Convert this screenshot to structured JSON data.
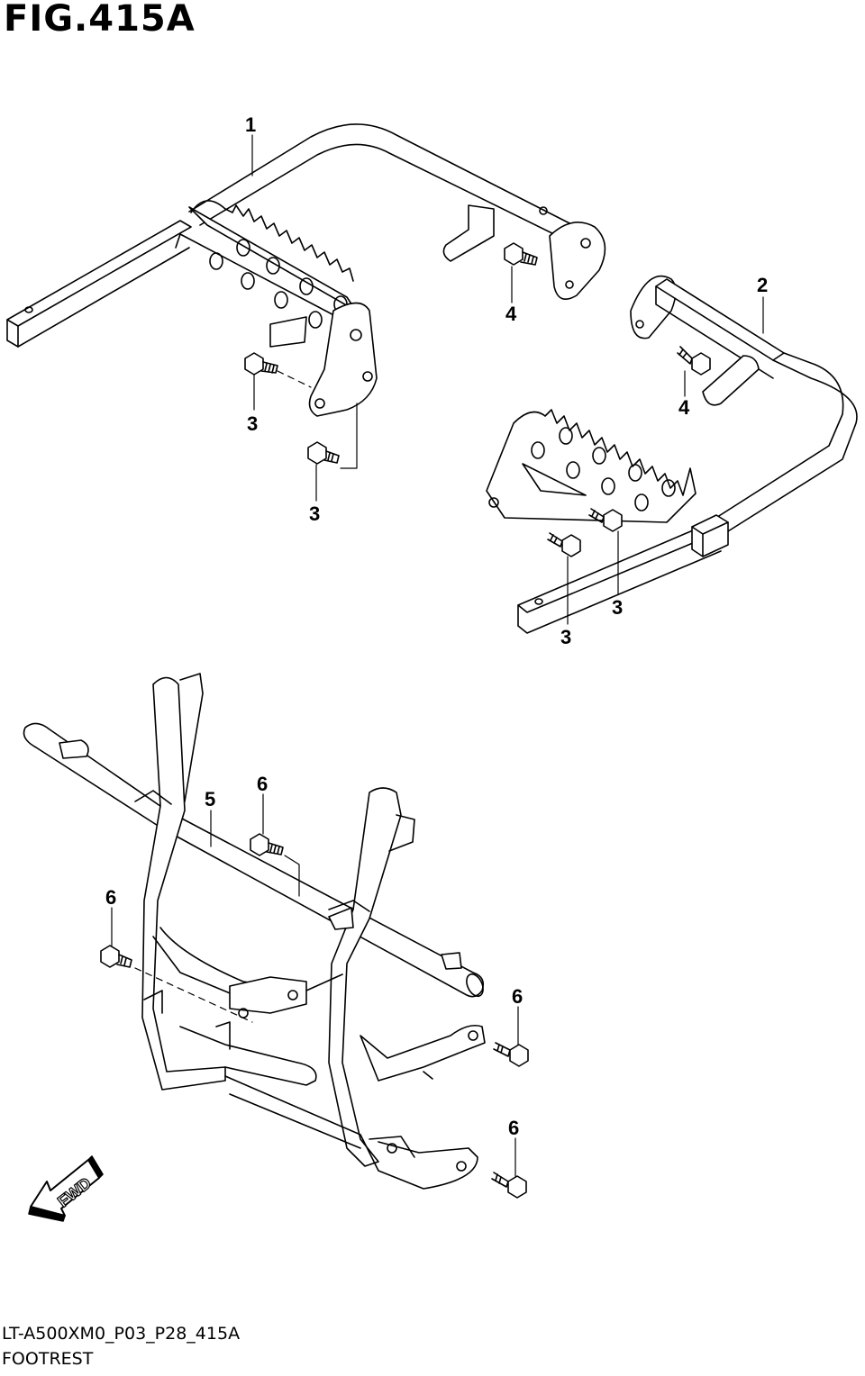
{
  "figure": {
    "title": "FIG.415A"
  },
  "callouts": [
    {
      "number": "1"
    },
    {
      "number": "2"
    },
    {
      "number": "3"
    },
    {
      "number": "3"
    },
    {
      "number": "3"
    },
    {
      "number": "3"
    },
    {
      "number": "4"
    },
    {
      "number": "4"
    },
    {
      "number": "5"
    },
    {
      "number": "6"
    },
    {
      "number": "6"
    },
    {
      "number": "6"
    },
    {
      "number": "6"
    }
  ],
  "direction_arrow": {
    "label": "FWD"
  },
  "footer": {
    "code": "LT-A500XM0_P03_P28_415A",
    "name": "FOOTREST"
  }
}
